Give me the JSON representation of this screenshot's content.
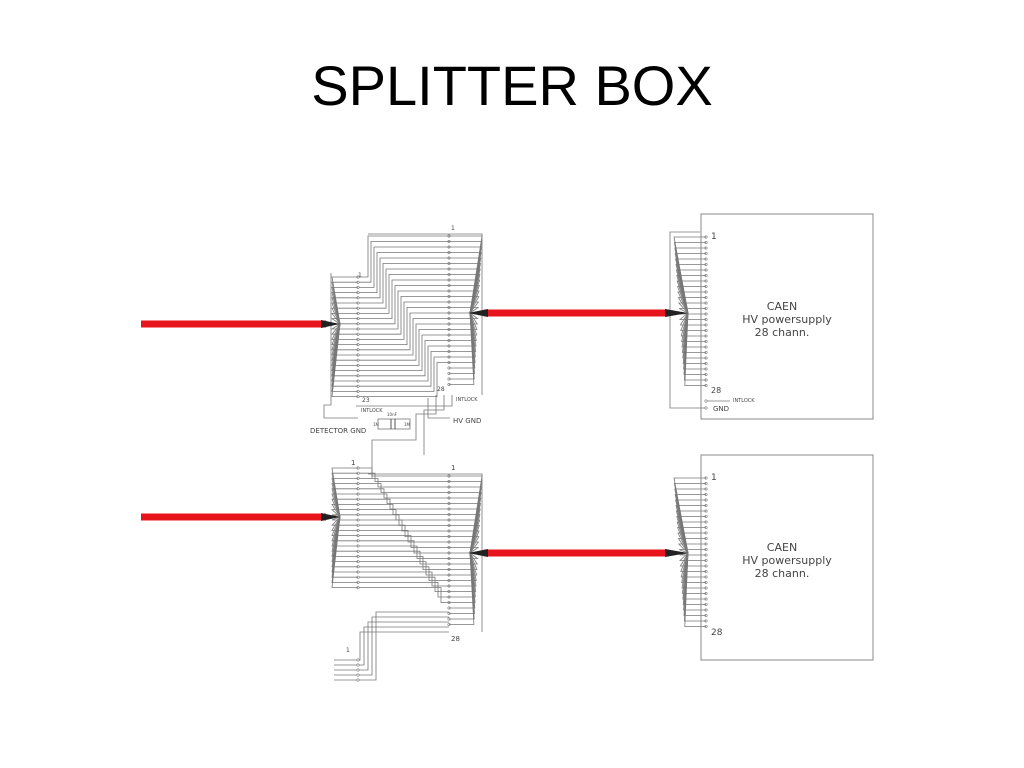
{
  "title": "SPLITTER BOX",
  "colors": {
    "cable": "#e8141c",
    "wire": "#777777",
    "frame": "#888888"
  },
  "labels": {
    "pin_first": "1",
    "pin_last": "28",
    "pin_23": "23",
    "intlock": "INTLOCK",
    "intlock_caen": "INTLOCK",
    "detector_gnd": "DETECTOR GND",
    "hv_gnd": "HV GND",
    "gnd": "GND",
    "cap": "10nF",
    "res_left": "1M",
    "res_right": "1M"
  },
  "caen_top": {
    "line1": "CAEN",
    "line2": "HV powersupply",
    "line3": "28 chann.",
    "pin_first": "1",
    "pin_last": "28"
  },
  "caen_bottom": {
    "line1": "CAEN",
    "line2": "HV powersupply",
    "line3": "28 chann.",
    "pin_first": "1",
    "pin_last": "28"
  }
}
